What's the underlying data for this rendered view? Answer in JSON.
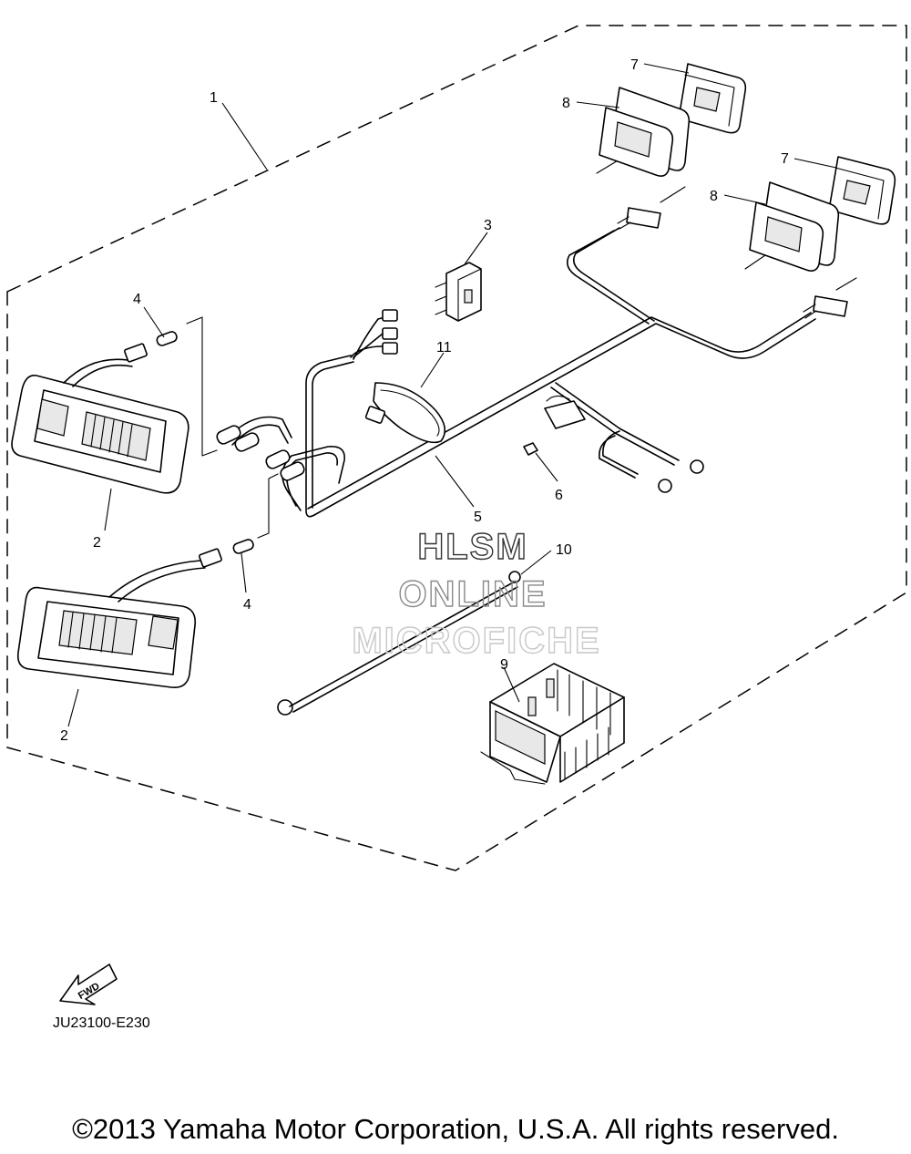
{
  "callouts": [
    "1",
    "2",
    "2",
    "3",
    "4",
    "4",
    "5",
    "6",
    "7",
    "7",
    "8",
    "8",
    "9",
    "10",
    "11"
  ],
  "watermark": {
    "line1": "HLSM",
    "line2": "ONLINE",
    "line3": "MICROFICHE"
  },
  "fwd_label": "FWD",
  "ref_code": "JU23100-E230",
  "copyright": "©2013 Yamaha Motor Corporation, U.S.A. All rights reserved."
}
